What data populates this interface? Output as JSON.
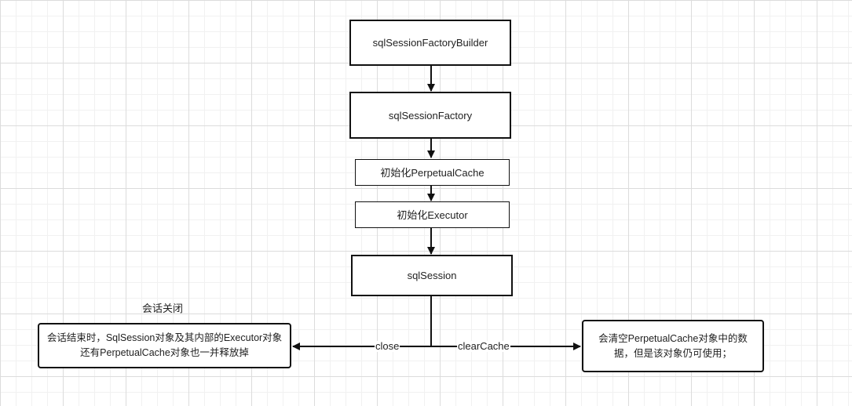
{
  "nodes": {
    "builder": "sqlSessionFactoryBuilder",
    "factory": "sqlSessionFactory",
    "init_cache": "初始化PerpetualCache",
    "init_executor": "初始化Executor",
    "session": "sqlSession"
  },
  "close_branch": {
    "heading": "会话关闭",
    "edge_label": "close",
    "line1": "会话结束时，SqlSession对象及其内部的Executor对象",
    "line2": "还有PerpetualCache对象也一并释放掉"
  },
  "clear_branch": {
    "edge_label": "clearCache",
    "line1": "会清空PerpetualCache对象中的数",
    "line2": "据，但是该对象仍可使用；"
  },
  "colors": {
    "stroke": "#111111",
    "grid_major": "#dcdcdc",
    "grid_minor": "#f1f1f1"
  }
}
